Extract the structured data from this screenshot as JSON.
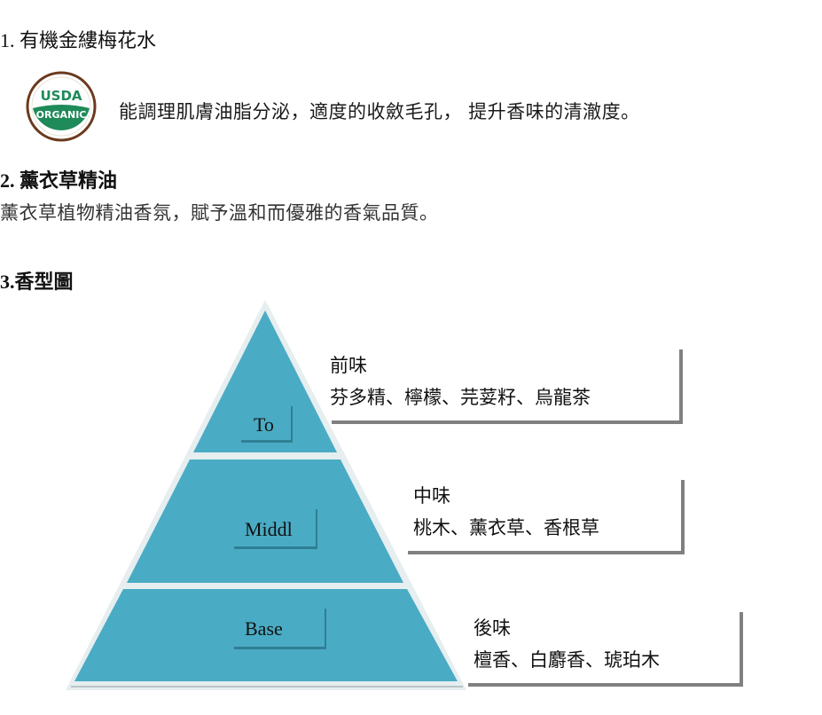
{
  "sections": [
    {
      "heading": "1.  有機金縷梅花水",
      "badge": {
        "icon": "usda-organic-badge-icon",
        "top_text": "USDA",
        "bottom_text": "ORGANIC",
        "green": "#1f8a5a",
        "ring": "#6b3a1e"
      },
      "description": "能調理肌膚油脂分泌，適度的收斂毛孔，  提升香味的清澈度。"
    },
    {
      "heading": "2.  薰衣草精油",
      "description": "薰衣草植物精油香氛，賦予溫和而優雅的香氣品質。"
    },
    {
      "heading": "3.香型圖"
    }
  ],
  "fragrance_pyramid": {
    "fill_color": "#4aabc4",
    "tiers": [
      {
        "label": "To",
        "note_title": "前味",
        "note_items": "芬多精、檸檬、芫荽籽、烏龍茶"
      },
      {
        "label": "Middl",
        "note_title": "中味",
        "note_items": "桃木、薰衣草、香根草"
      },
      {
        "label": "Base",
        "note_title": "後味",
        "note_items": "檀香、白麝香、琥珀木"
      }
    ]
  }
}
